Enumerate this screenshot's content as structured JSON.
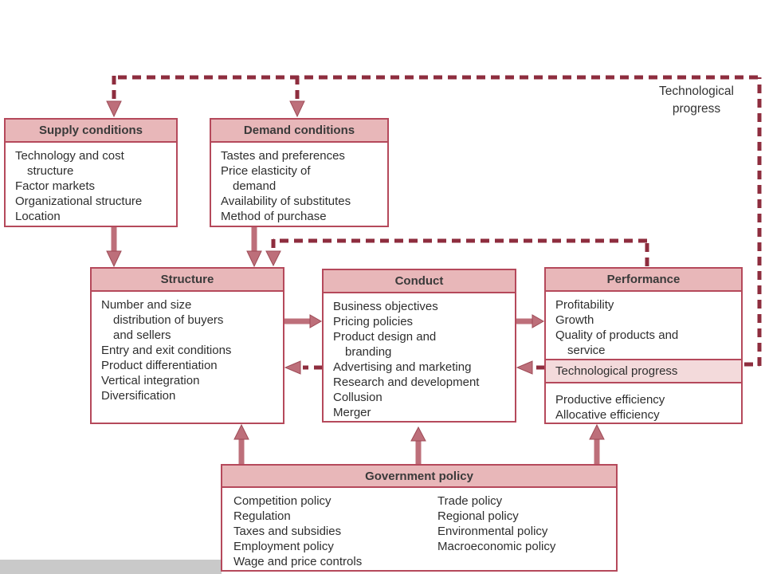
{
  "colors": {
    "box_border": "#b5495b",
    "header_fill": "#e8b7b9",
    "tech_row_fill": "#f3dadb",
    "dashed_line": "#8e2d3e",
    "arrow_fill": "#bd6f7a",
    "text": "#2e2e2e",
    "bottom_bar": "#c9c9c9"
  },
  "tech_label": {
    "line1": "Technological",
    "line2": "progress"
  },
  "boxes": {
    "supply": {
      "title": "Supply conditions",
      "lines": [
        "Technology and cost",
        "structure",
        "Factor markets",
        "Organizational structure",
        "Location"
      ]
    },
    "demand": {
      "title": "Demand conditions",
      "lines": [
        "Tastes and preferences",
        "Price elasticity of",
        "demand",
        "Availability of substitutes",
        "Method of purchase"
      ]
    },
    "structure": {
      "title": "Structure",
      "lines": [
        "Number and size",
        "distribution of buyers",
        "and sellers",
        "Entry and exit conditions",
        "Product differentiation",
        "Vertical integration",
        "Diversification"
      ]
    },
    "conduct": {
      "title": "Conduct",
      "lines": [
        "Business objectives",
        "Pricing policies",
        "Product design and",
        "branding",
        "Advertising and marketing",
        "Research and development",
        "Collusion",
        "Merger"
      ]
    },
    "performance": {
      "title": "Performance",
      "sec1": [
        "Profitability",
        "Growth",
        "Quality of products and",
        "service"
      ],
      "tech_row": "Technological progress",
      "sec2": [
        "Productive efficiency",
        "Allocative efficiency"
      ]
    },
    "government": {
      "title": "Government policy",
      "col1": [
        "Competition policy",
        "Regulation",
        "Taxes and subsidies",
        "Employment policy",
        "Wage and price controls"
      ],
      "col2": [
        "Trade policy",
        "Regional policy",
        "Environmental policy",
        "Macroeconomic policy"
      ]
    }
  }
}
